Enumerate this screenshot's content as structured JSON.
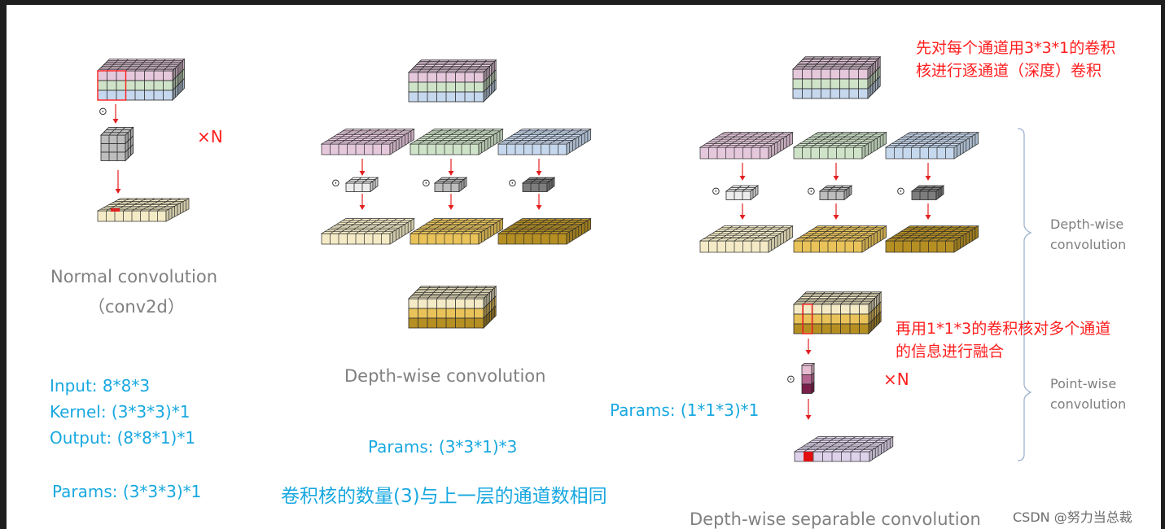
{
  "colors": {
    "grid_line": "#2a2a2a",
    "pink": "#e6c8dc",
    "green": "#cfe3c8",
    "blue": "#c6d8ee",
    "cream": "#f4ebc6",
    "gold": "#e9c35a",
    "dark_gold": "#b68f23",
    "kernel_light": "#ececec",
    "kernel_mid": "#bdbdbd",
    "kernel_dark": "#7d7d7d",
    "lavender": "#ddd2ea",
    "red_text": "#ff1e1e",
    "cyan_text": "#18a8e0"
  },
  "left": {
    "title_line1": "Normal convolution",
    "title_line2": "（conv2d）",
    "times_n": "×N",
    "input": "Input: 8*8*3",
    "kernel": "Kernel: (3*3*3)*1",
    "output": "Output: (8*8*1)*1",
    "params": "Params: (3*3*3)*1"
  },
  "middle": {
    "title": "Depth-wise convolution",
    "params": "Params: (3*3*1)*3",
    "note": "卷积核的数量(3)与上一层的通道数相同"
  },
  "right": {
    "note_top_line1": "先对每个通道用3*3*1的卷积",
    "note_top_line2": "核进行逐通道（深度）卷积",
    "note_mid_line1": "再用1*1*3的卷积核对多个通道",
    "note_mid_line2": "的信息进行融合",
    "times_n": "×N",
    "params": "Params: (1*1*3)*1",
    "depthwise_label_line1": "Depth-wise",
    "depthwise_label_line2": "convolution",
    "pointwise_label_line1": "Point-wise",
    "pointwise_label_line2": "convolution",
    "title": "Depth-wise separable convolution"
  },
  "operator_symbol": "⊙",
  "watermark": "CSDN @努力当总裁"
}
